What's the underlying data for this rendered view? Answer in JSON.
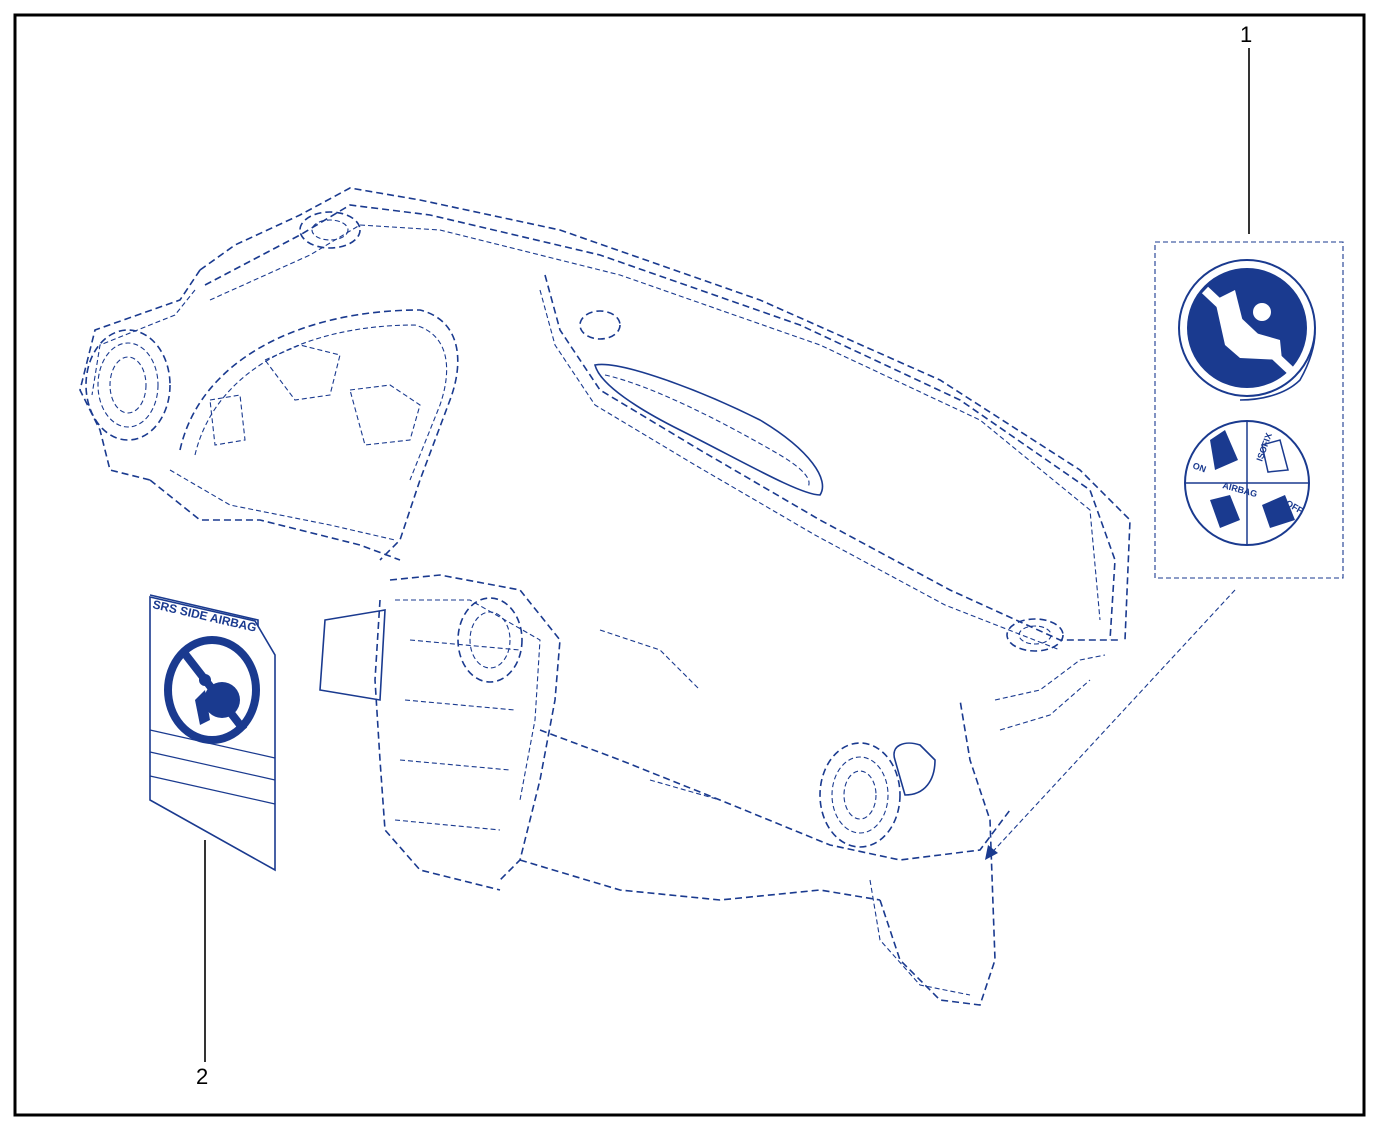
{
  "callouts": [
    {
      "number": "1"
    },
    {
      "number": "2"
    }
  ],
  "label_1": {
    "icons": [
      "no-child-seat-icon",
      "airbag-status-icon"
    ],
    "quadrants": {
      "isofix": "ISOFIX",
      "on": "ON",
      "airbag": "AIRBAG",
      "off": "OFF"
    }
  },
  "label_2": {
    "heading": "SRS  SIDE  AIRBAG",
    "icon": "no-side-airbag-icon"
  },
  "colors": {
    "line": "#1a3a8f",
    "frame": "#000000",
    "background": "#ffffff"
  }
}
